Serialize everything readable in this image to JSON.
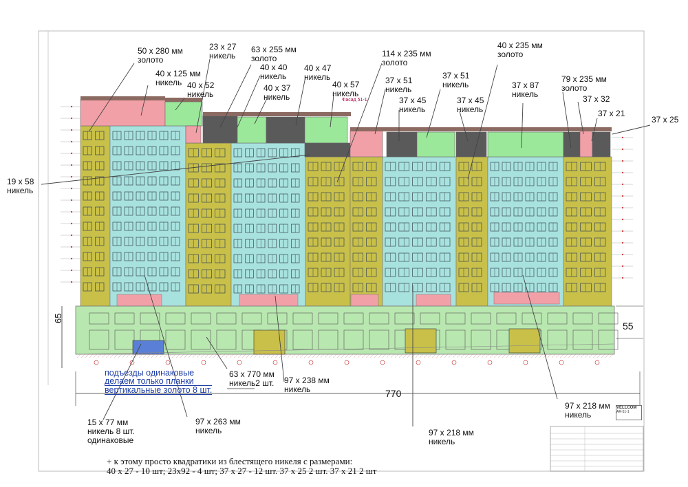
{
  "colors": {
    "gold": "#c9c04a",
    "nickel": "#a8e2df",
    "pink": "#f2a0a8",
    "green": "#9be89a",
    "dark": "#5a5a5a",
    "stylobate": "#b9e7b0",
    "blue_entrance": "#5a7fd6"
  },
  "title_small": "Фасад 51-1",
  "annotations": [
    {
      "id": "a1",
      "size": "50 x 280 мм",
      "material": "золото"
    },
    {
      "id": "a2",
      "size": "40 x 125 мм",
      "material": "никель"
    },
    {
      "id": "a3",
      "size": "40 x 52",
      "material": "никель"
    },
    {
      "id": "a4",
      "size": "23 x 27",
      "material": "никель"
    },
    {
      "id": "a5",
      "size": "63 x 255 мм",
      "material": "золото"
    },
    {
      "id": "a6",
      "size": "40 x 40",
      "material": "никель"
    },
    {
      "id": "a7",
      "size": "40 x 37",
      "material": "никель"
    },
    {
      "id": "a8",
      "size": "40 x 47",
      "material": "никель"
    },
    {
      "id": "a9",
      "size": "40 x 57",
      "material": "никель"
    },
    {
      "id": "a10",
      "size": "114 x 235 мм",
      "material": "золото"
    },
    {
      "id": "a11",
      "size": "37 x 51",
      "material": "никель"
    },
    {
      "id": "a12",
      "size": "37 x 51",
      "material": "никель"
    },
    {
      "id": "a13",
      "size": "37 x 45",
      "material": "никель"
    },
    {
      "id": "a14",
      "size": "37 x 45",
      "material": "никель"
    },
    {
      "id": "a15",
      "size": "40 x 235 мм",
      "material": "золото"
    },
    {
      "id": "a16",
      "size": "37 x  87",
      "material": "никель"
    },
    {
      "id": "a17",
      "size": "79 x 235 мм",
      "material": "золото"
    },
    {
      "id": "a18",
      "size": "37 x 32",
      "material": ""
    },
    {
      "id": "a19",
      "size": "37 x 21",
      "material": ""
    },
    {
      "id": "a20",
      "size": "37 x 25",
      "material": ""
    },
    {
      "id": "a21",
      "size": "19 x 58",
      "material": "никель"
    },
    {
      "id": "a22",
      "size": "63 x 770 мм",
      "material": "никель2 шт."
    },
    {
      "id": "a23",
      "size": "97 x 238 мм",
      "material": "никель"
    },
    {
      "id": "a24",
      "size": "97 x 263 мм",
      "material": "никель"
    },
    {
      "id": "a25",
      "size": "15 x 77 мм",
      "material": "никель     8 шт.",
      "extra": "одинаковые"
    },
    {
      "id": "a26",
      "size": "97 x 218 мм",
      "material": "никель"
    },
    {
      "id": "a27",
      "size": "97 x 218 мм",
      "material": "никель"
    }
  ],
  "note_blue": {
    "line1": "подъезды одинаковые",
    "line2": "делаем только  планки",
    "line3": "вертикальные золото 8 шт."
  },
  "dimensions": {
    "height_left": "65",
    "height_right": "55",
    "width_bottom": "770"
  },
  "footer": {
    "line1": "+ к этому  просто квадратики из блестящего никеля с размерами:",
    "line2": "40 х 27 - 10 шт; 23х92 - 4 шт;  37 х 27 - 12 шт. 37 х 25 2 шт.   37 х 21 2 шт"
  },
  "stamp": {
    "brand": "VELLCOM",
    "code": "AR-51-1"
  }
}
